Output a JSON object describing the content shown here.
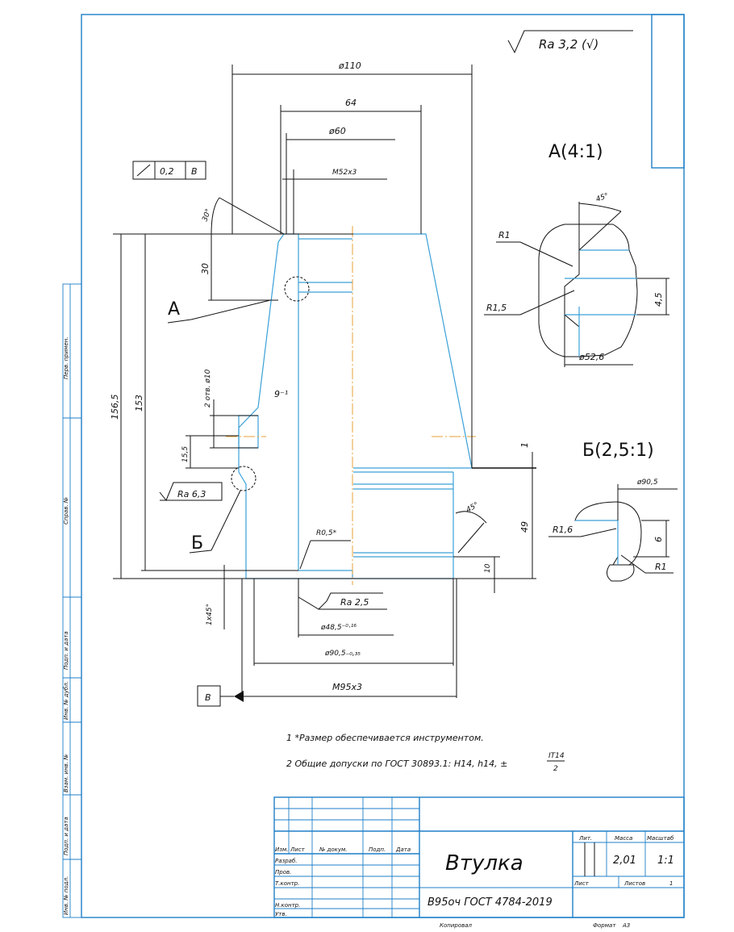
{
  "roughness_general": "Ra 3,2 (√)",
  "main_view": {
    "dims": {
      "d110": "ø110",
      "d64": "64",
      "d60": "ø60",
      "m52": "M52x3",
      "angle30": "30°",
      "h30": "30",
      "holes": "2 отв. ø10",
      "d9": "9⁻¹",
      "h15_5": "15,5",
      "h156_5": "156,5",
      "h153": "153",
      "r05": "R0,5*",
      "d48_5": "ø48,5⁻⁰·¹⁶",
      "d90_5": "ø90,5₋₀,₃₅",
      "m95": "M95x3",
      "chamfer": "1x45°",
      "h1": "1",
      "h49": "49",
      "h10": "10",
      "angle45": "45°"
    },
    "roughness": [
      "Ra 6,3",
      "Ra 2,5"
    ],
    "tolerance_frame": {
      "value": "0,2",
      "datum": "В"
    },
    "datum_label": "В",
    "detail_labels": [
      "А",
      "Б"
    ]
  },
  "detail_a": {
    "title": "А(4:1)",
    "angle": "45°",
    "r1": "R1",
    "r15": "R1,5",
    "h45": "4,5",
    "d526": "ø52,6"
  },
  "detail_b": {
    "title": "Б(2,5:1)",
    "d905": "ø90,5",
    "r16": "R1,6",
    "h6": "6",
    "r1": "R1"
  },
  "notes": [
    "1  *Размер обеспечивается инструментом.",
    "2  Общие допуски по ГОСТ 30893.1: H14, h14, ±"
  ],
  "notes_fraction": {
    "num": "IT14",
    "den": "2"
  },
  "side_strip": [
    "Перв. примен.",
    "Справ. №",
    "Подп. и дата",
    "Инв. № дубл.",
    "Взам. инв. №",
    "Подп. и дата",
    "Инв. № подл."
  ],
  "title_block": {
    "headers": [
      "Изм.",
      "Лист",
      "№ докум.",
      "Подп.",
      "Дата"
    ],
    "roles": [
      "Разраб.",
      "Пров.",
      "Т.контр.",
      "Н.контр.",
      "Утв."
    ],
    "part_name": "Втулка",
    "material": "В95оч ГОСТ 4784-2019",
    "lit_label": "Лит.",
    "mass_label": "Масса",
    "scale_label": "Масштаб",
    "mass": "2,01",
    "scale": "1:1",
    "sheet_label": "Лист",
    "sheets_label": "Листов",
    "sheets": "1",
    "copied": "Копировал",
    "format_label": "Формат",
    "format": "А3"
  }
}
